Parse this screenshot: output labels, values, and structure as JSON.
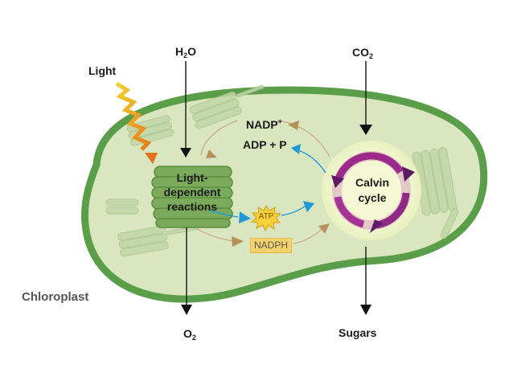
{
  "labels": {
    "light": "Light",
    "h2o_main": "H",
    "h2o_sub": "2",
    "h2o_tail": "O",
    "co2_main": "CO",
    "co2_sub": "2",
    "nadp_main": "NADP",
    "nadp_sup": "+",
    "adp_p": "ADP + P",
    "light_dependent_line1": "Light-",
    "light_dependent_line2": "dependent",
    "light_dependent_line3": "reactions",
    "calvin_line1": "Calvin",
    "calvin_line2": "cycle",
    "atp": "ATP",
    "nadph": "NADPH",
    "chloroplast": "Chloroplast",
    "o2_main": "O",
    "o2_sub": "2",
    "sugars": "Sugars"
  },
  "colors": {
    "chloroplast_fill": "#d9e6c0",
    "chloroplast_border": "#5a9e4a",
    "thylakoid": "#7aaa5a",
    "calvin_ring": "#9c2a8a",
    "calvin_glow": "#eef5c6",
    "atp_star": "#f5d23a",
    "nadph_box": "#f6d36a",
    "arrow_brown": "#b8905a",
    "arrow_blue": "#1f9ad6",
    "light_wave": "#e8a020"
  }
}
